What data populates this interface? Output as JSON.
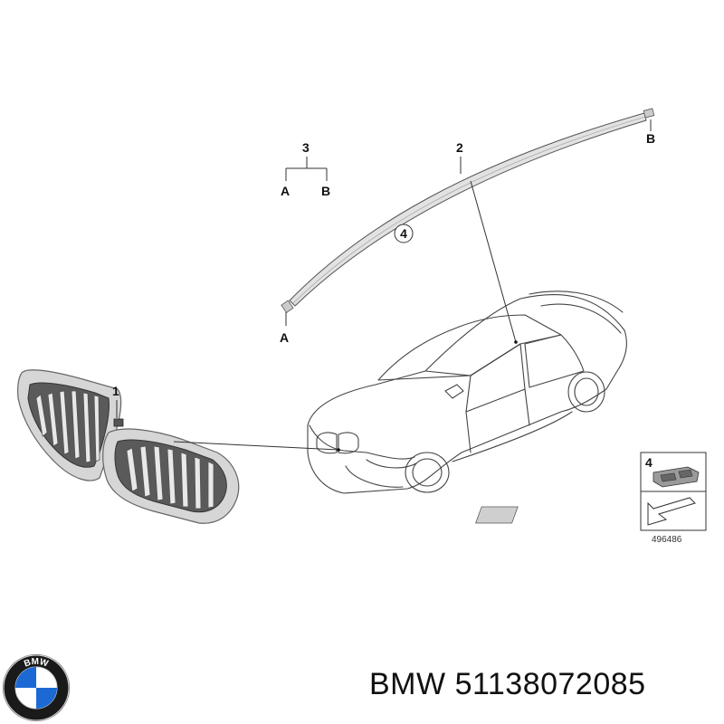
{
  "callouts": {
    "part1": "1",
    "part2": "2",
    "part3": "3",
    "part4": "4",
    "part4_circle": "4",
    "end_a_top": "A",
    "end_b_top": "B",
    "end_a_bottom": "A",
    "end_b_right": "B"
  },
  "inset": {
    "number": "4",
    "image_code": "496486"
  },
  "caption": {
    "brand": "BMW",
    "part_number": "51138072085"
  },
  "logo": {
    "text": "BMW",
    "colors": {
      "ring": "#1a1a1a",
      "blue": "#1c69d4",
      "white": "#ffffff"
    }
  }
}
